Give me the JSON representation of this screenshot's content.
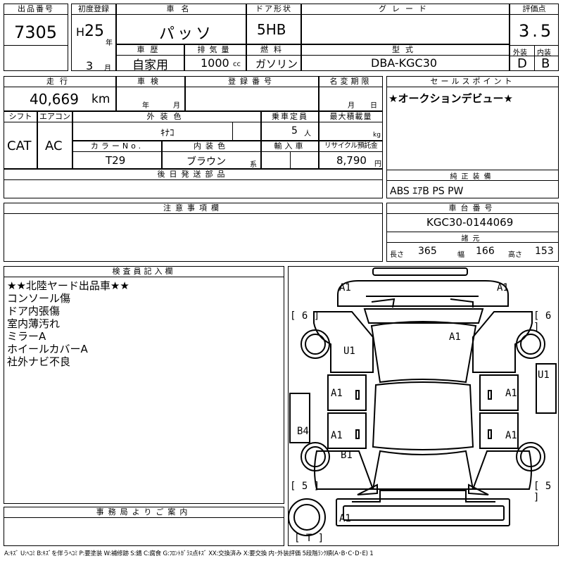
{
  "header": {
    "lot_number_label": "出品番号",
    "lot_number": "7305",
    "first_reg_label": "初度登録",
    "era": "H",
    "year": "25",
    "year_unit": "年",
    "month": "3",
    "month_unit": "月",
    "car_name_label": "車名",
    "car_name": "パッソ",
    "door_label": "ドア形状",
    "door": "5HB",
    "grade_label": "グレード",
    "grade": "",
    "score_label": "評価点",
    "score": "3.5",
    "history_label": "車歴",
    "history": "自家用",
    "displacement_label": "排気量",
    "displacement": "1000",
    "displacement_unit": "cc",
    "fuel_label": "燃料",
    "fuel": "ガソリン",
    "model_label": "型式",
    "model": "DBA-KGC30",
    "exterior_label": "外装",
    "exterior_grade": "D",
    "interior_label": "内装",
    "interior_grade": "B"
  },
  "row2": {
    "mileage_label": "走行",
    "mileage": "40,669",
    "mileage_unit": "km",
    "inspection_label": "車検",
    "inspection_year_unit": "年",
    "inspection_month_unit": "月",
    "reg_number_label": "登録番号",
    "reg_number": "",
    "name_change_label": "名変期限",
    "name_change_month_unit": "月",
    "name_change_day_unit": "日",
    "sales_point_label": "セールスポイント",
    "sales_point": "★オークションデビュー★",
    "shift_label": "シフト",
    "shift": "CAT",
    "ac_label": "エアコン",
    "ac": "AC",
    "ext_color_label": "外装色",
    "ext_color": "ｷﾅｺ",
    "capacity_label": "乗車定員",
    "capacity": "5",
    "capacity_unit": "人",
    "max_load_label": "最大積載量",
    "max_load_unit": "kg",
    "color_no_label": "カラーNo.",
    "color_no": "T29",
    "int_color_label": "内装色",
    "int_color": "ブラウン",
    "int_color_unit": "系",
    "import_label": "輸入車",
    "recycle_label": "リサイクル預託金",
    "recycle": "8,790",
    "recycle_unit": "円",
    "later_parts_label": "後日発送部品",
    "genuine_label": "純正装備",
    "genuine": "ABS ｴｱB PS PW"
  },
  "notes_section": {
    "caution_label": "注意事項欄",
    "chassis_label": "車台番号",
    "chassis": "KGC30-0144069",
    "spec_label": "諸元",
    "length_label": "長さ",
    "length": "365",
    "width_label": "幅",
    "width": "166",
    "height_label": "高さ",
    "height": "153"
  },
  "inspector": {
    "label": "検査員記入欄",
    "lines": [
      "★★北陸ヤード出品車★★",
      "コンソール傷",
      "ドア内張傷",
      "室内薄汚れ",
      "ミラーA",
      "ホイールカバーA",
      "社外ナビ不良"
    ]
  },
  "office": {
    "label": "事務局よりご案内"
  },
  "diagram_marks": {
    "front_left": "A1",
    "front_right": "A1",
    "roof": "A1",
    "left_fender": "U1",
    "right_fender": "U1",
    "left_front_door": "A1",
    "right_front_door": "A1",
    "left_rear_door": "A1",
    "right_rear_door": "A1",
    "left_rocker": "B4",
    "left_rear_fender": "B1",
    "rear": "A1",
    "tire_fl": "[ 6 ]",
    "tire_fr": "[ 6 ]",
    "tire_rl": "[ 5 ]",
    "tire_rr": "[ 5 ]",
    "spare": "[ T ]"
  },
  "footer": "A:ｷｽﾞ U:ﾍｺﾐ B:ｷｽﾞを伴うﾍｺﾐ P:要塗装 W:補修跡 S:錆 C:腐食 G:ﾌﾛﾝﾄｶﾞﾗｽ点ｷｽﾞ XX:交換済み X:要交換 内･外装評価 5段階ﾗﾝｸ順(A･B･C･D･E) 1"
}
